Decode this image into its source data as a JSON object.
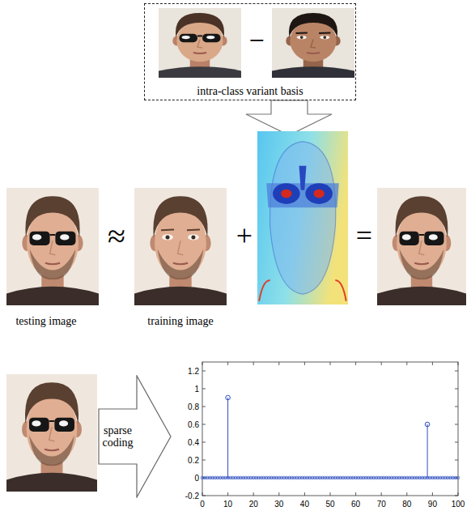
{
  "diagram": {
    "nodes": [
      {
        "text": [
          "intra-class variant basis"
        ]
      },
      {
        "text": [
          "sparse coding"
        ]
      }
    ],
    "labels": [
      "−",
      "≈",
      "+",
      "=",
      "testing image",
      "training image",
      "1.2",
      "1",
      "0.8",
      "0.6",
      "0.4",
      "0.2",
      "0",
      "-0.2",
      "0",
      "10",
      "20",
      "30",
      "40",
      "50",
      "60",
      "70",
      "80",
      "90",
      "100"
    ]
  }
}
